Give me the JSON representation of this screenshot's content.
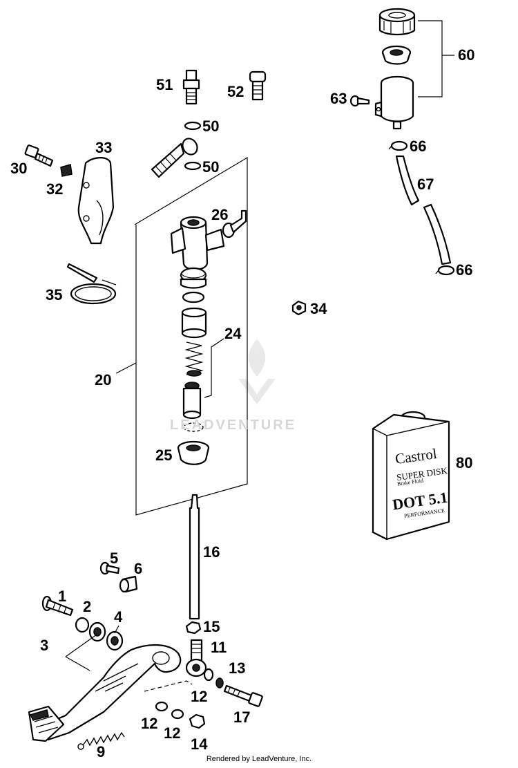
{
  "callouts": {
    "c1": "1",
    "c2": "2",
    "c3": "3",
    "c4": "4",
    "c5": "5",
    "c6": "6",
    "c9": "9",
    "c11": "11",
    "c12a": "12",
    "c12b": "12",
    "c12c": "12",
    "c13": "13",
    "c14": "14",
    "c15": "15",
    "c16": "16",
    "c17": "17",
    "c20": "20",
    "c24": "24",
    "c25": "25",
    "c26": "26",
    "c30": "30",
    "c32": "32",
    "c33": "33",
    "c34": "34",
    "c35": "35",
    "c50a": "50",
    "c50b": "50",
    "c51": "51",
    "c52": "52",
    "c60": "60",
    "c63": "63",
    "c66a": "66",
    "c66b": "66",
    "c67": "67",
    "c80": "80"
  },
  "can_label": {
    "brand": "Castrol",
    "line1": "SUPER DISK",
    "line2": "Brake Fluid",
    "line3": "DOT 5.1",
    "line4": "PERFORMANCE"
  },
  "watermark": "LEADVENTURE",
  "footer": "Rendered by LeadVenture, Inc."
}
